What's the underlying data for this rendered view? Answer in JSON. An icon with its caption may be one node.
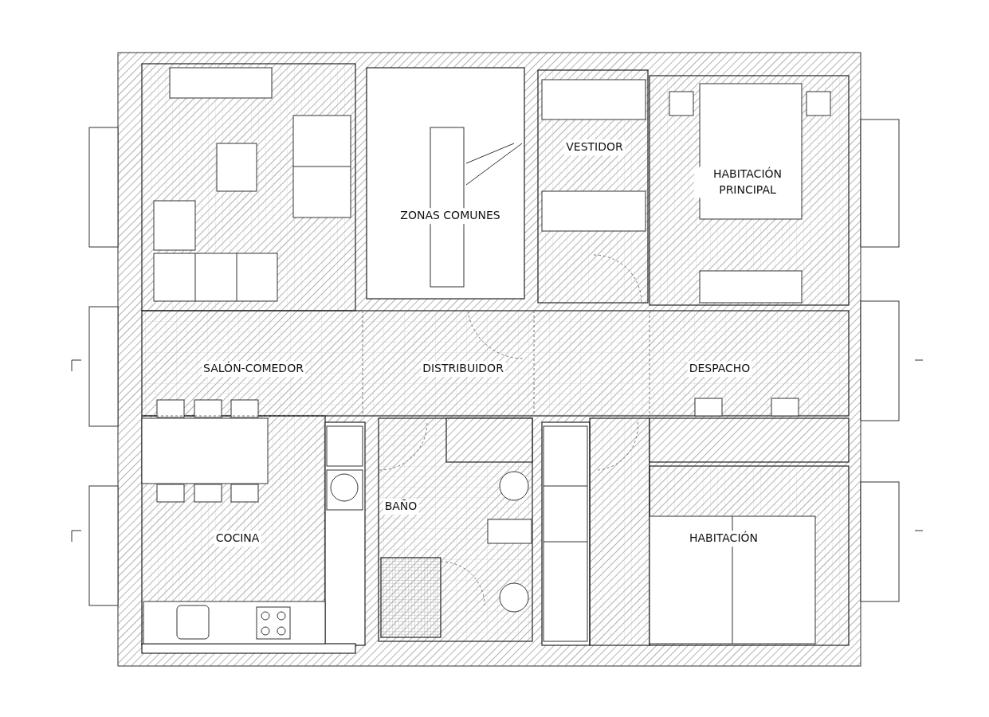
{
  "diagram": {
    "labels": [
      "ZONAS COMUNES",
      "VESTIDOR",
      "HABITACIÓN PRINCIPAL",
      "SALÓN-COMEDOR",
      "DISTRIBUIDOR",
      "DESPACHO",
      "BAÑO",
      "COCINA",
      "HABITACIÓN"
    ]
  }
}
